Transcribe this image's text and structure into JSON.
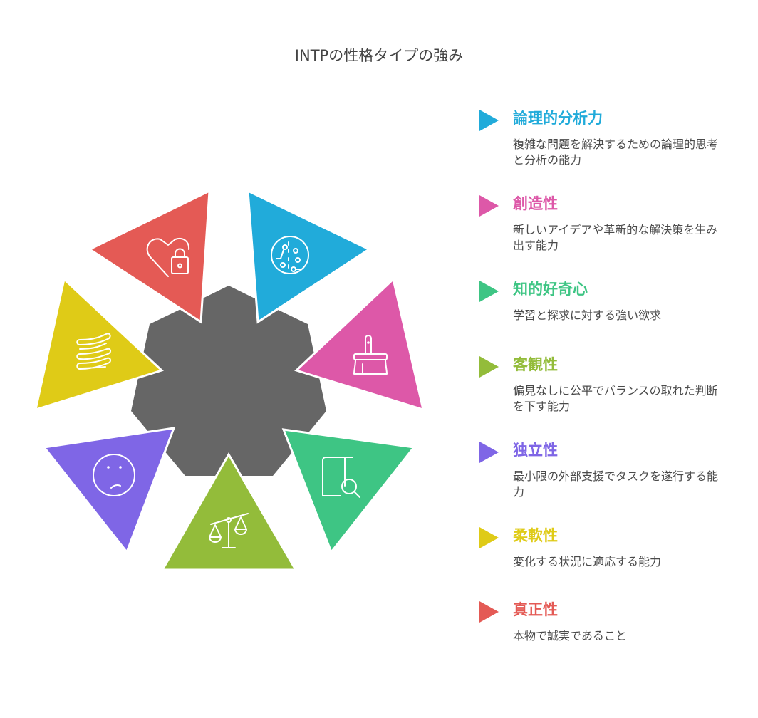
{
  "title": "INTPの性格タイプの強み",
  "center_color": "#666666",
  "items": [
    {
      "title": "論理的分析力",
      "desc": "複雑な問題を解決するための論理的思考と分析の能力",
      "color": "#21ABDA",
      "icon": "brain-circuit-icon"
    },
    {
      "title": "創造性",
      "desc": "新しいアイデアや革新的な解決策を生み出す能力",
      "color": "#DD58A8",
      "icon": "paintbrush-icon"
    },
    {
      "title": "知的好奇心",
      "desc": "学習と探求に対する強い欲求",
      "color": "#3EC584",
      "icon": "book-search-icon"
    },
    {
      "title": "客観性",
      "desc": "偏見なしに公平でバランスの取れた判断を下す能力",
      "color": "#93BC3A",
      "icon": "scale-icon"
    },
    {
      "title": "独立性",
      "desc": "最小限の外部支援でタスクを遂行する能力",
      "color": "#7F66E6",
      "icon": "sad-face-icon"
    },
    {
      "title": "柔軟性",
      "desc": "変化する状況に適応する能力",
      "color": "#DFCB17",
      "icon": "spring-icon"
    },
    {
      "title": "真正性",
      "desc": "本物で誠実であること",
      "color": "#E45A55",
      "icon": "heart-lock-icon"
    }
  ]
}
